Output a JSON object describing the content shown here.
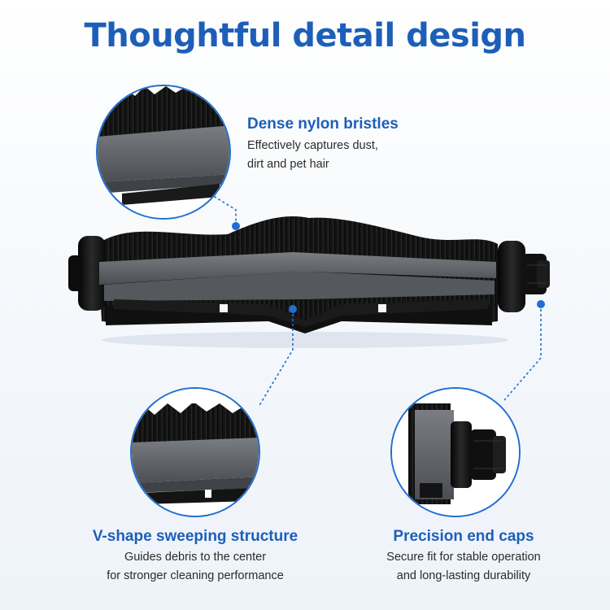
{
  "title": "Thoughtful detail design",
  "features": {
    "bristles": {
      "title": "Dense nylon bristles",
      "desc_line1": "Effectively captures dust,",
      "desc_line2": "dirt and pet hair"
    },
    "vshape": {
      "title": "V-shape sweeping structure",
      "desc_line1": "Guides debris to the center",
      "desc_line2": "for stronger cleaning performance"
    },
    "endcaps": {
      "title": "Precision end caps",
      "desc_line1": "Secure fit for stable operation",
      "desc_line2": "and long-lasting durability"
    }
  },
  "colors": {
    "accent": "#1f6fd0",
    "title": "#1d5fb8",
    "bristle": "#141414",
    "rubber": "#5b5e63"
  },
  "icons": {
    "brush_roll": "roller-brush-illustration",
    "connector_dot": "blue-dot"
  }
}
